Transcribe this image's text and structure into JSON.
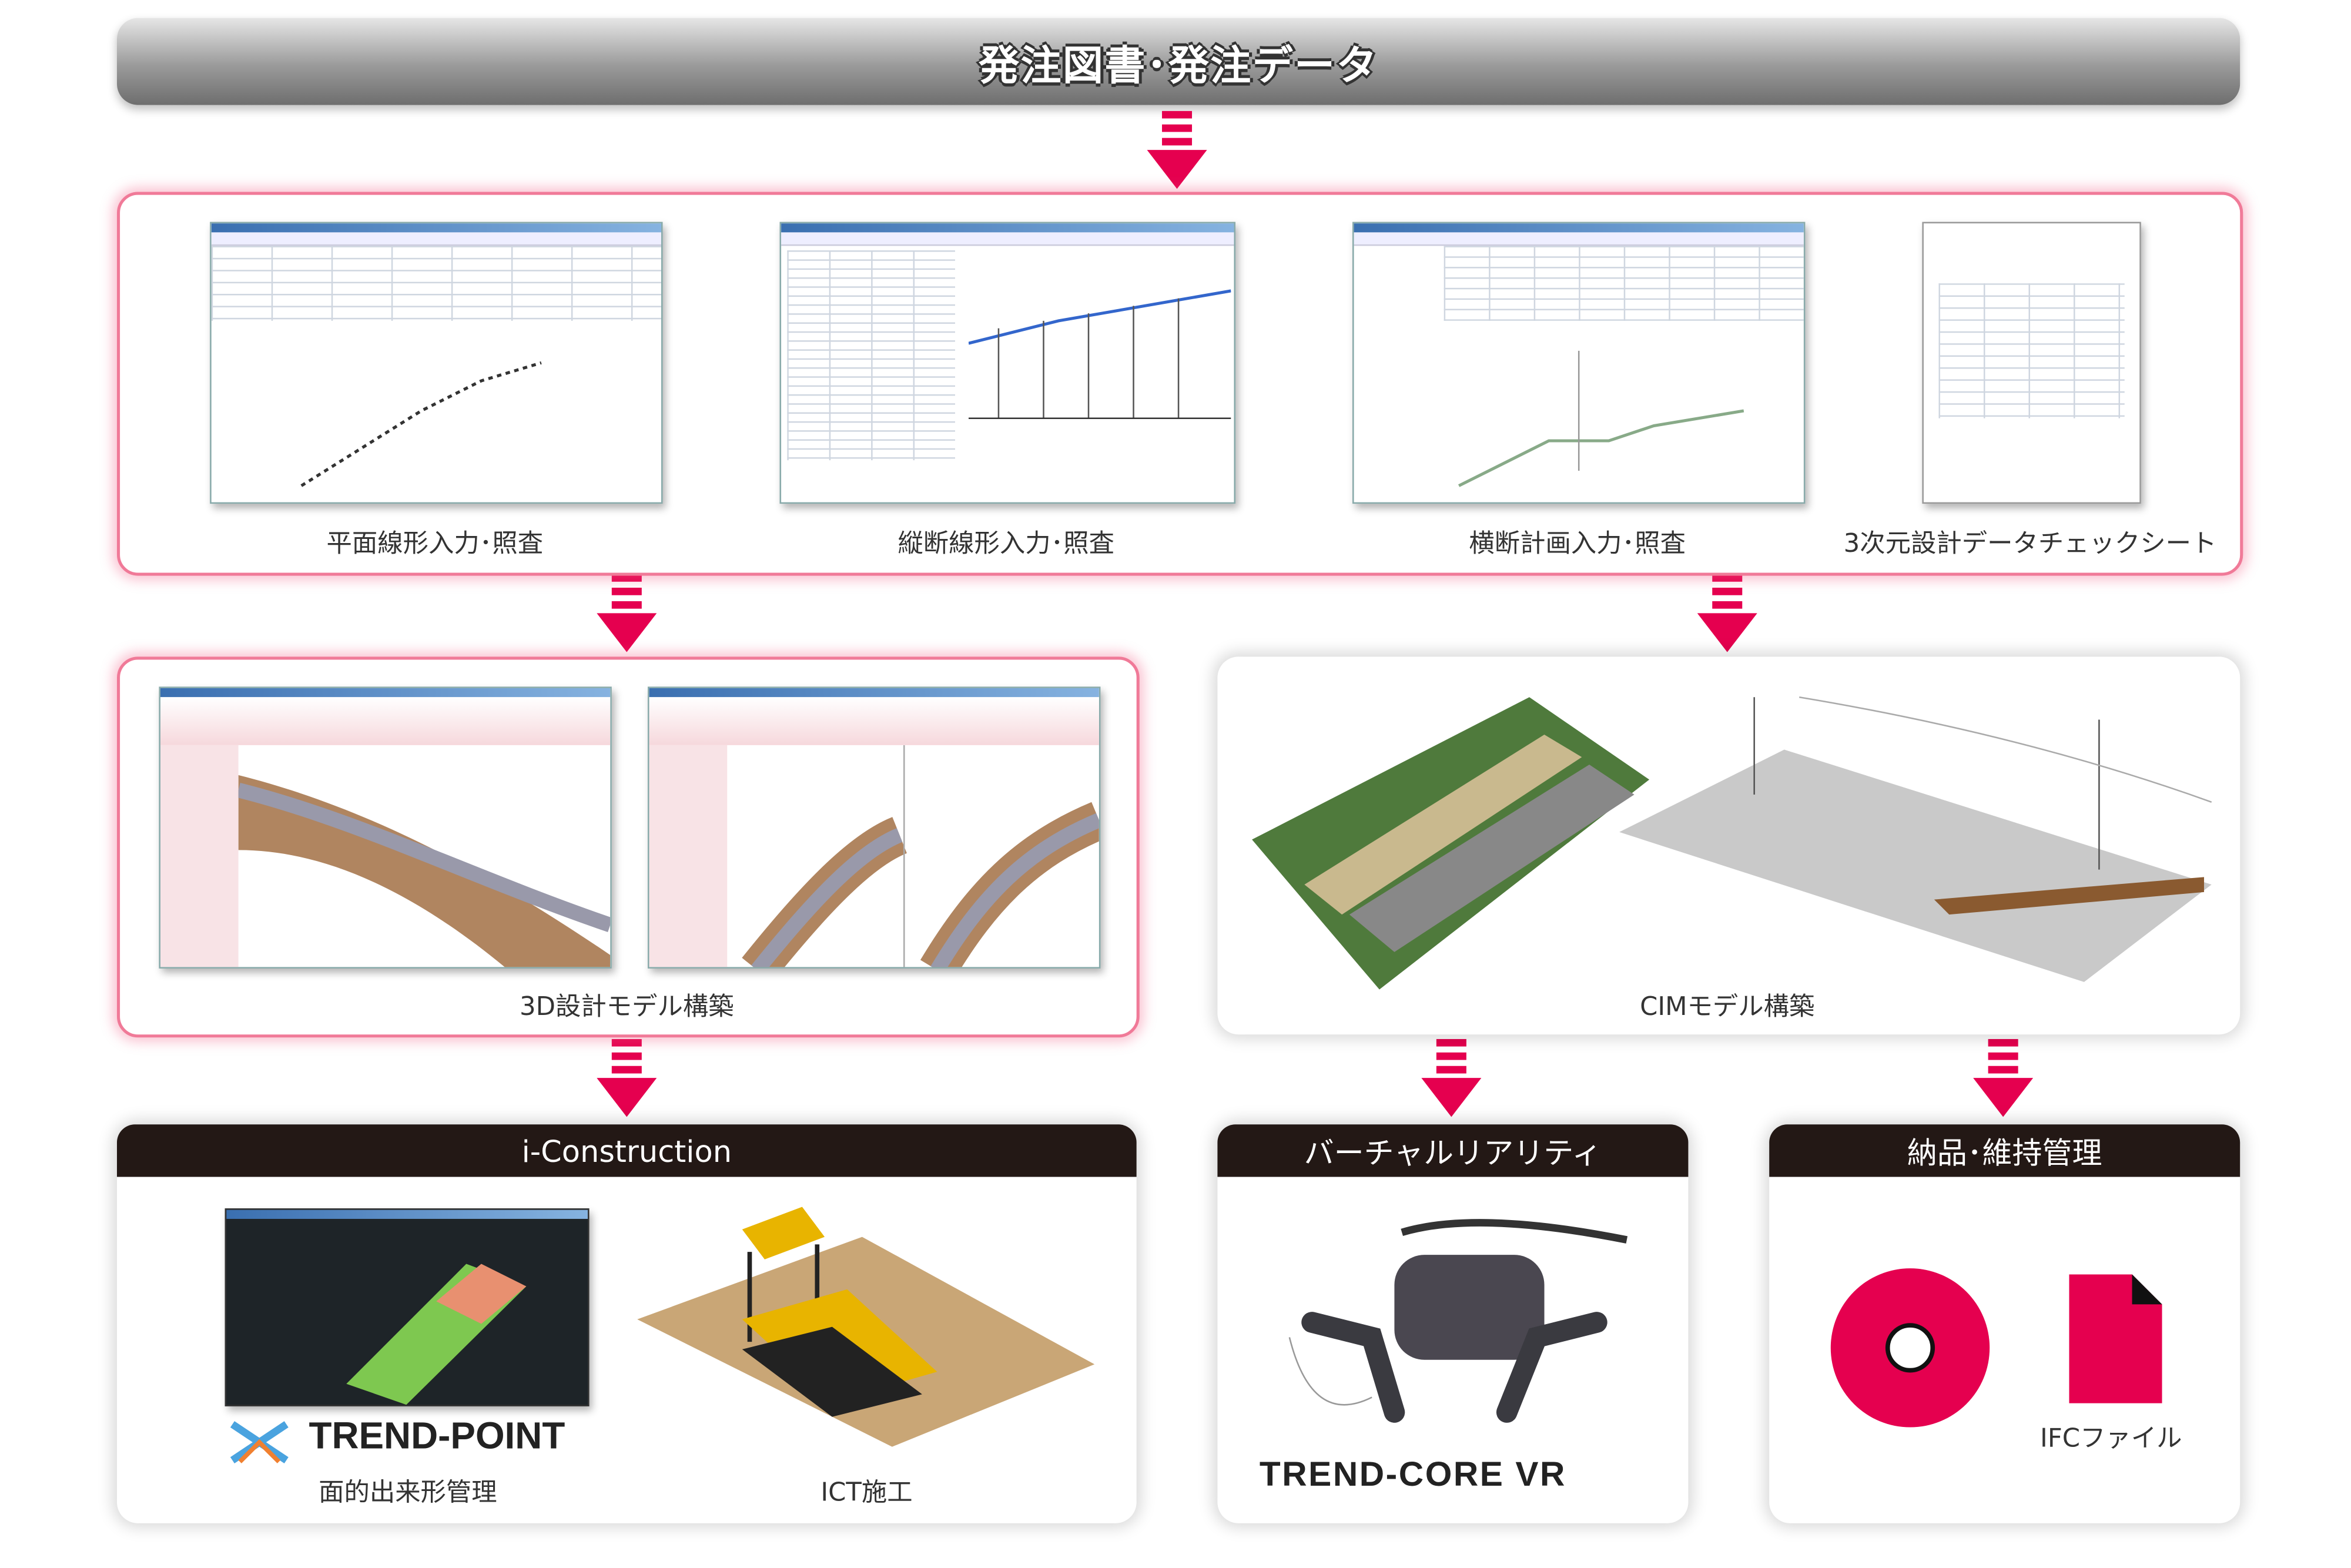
{
  "header": {
    "title": "発注図書･発注データ"
  },
  "design_check": {
    "items": [
      {
        "label": "平面線形入力･照査"
      },
      {
        "label": "縦断線形入力･照査"
      },
      {
        "label": "横断計画入力･照査"
      },
      {
        "label": "3次元設計データチェックシート"
      }
    ]
  },
  "model_3d": {
    "label": "3D設計モデル構築"
  },
  "cim_model": {
    "label": "CIMモデル構築"
  },
  "i_construction": {
    "title": "i-Construction",
    "trend_point": "TREND-POINT",
    "trend_point_caption": "面的出来形管理",
    "ict_caption": "ICT施工"
  },
  "vr": {
    "title": "バーチャルリアリティ",
    "logo": "TREND-CORE VR"
  },
  "delivery": {
    "title": "納品･維持管理",
    "ifc_caption": "IFCファイル"
  },
  "colors": {
    "accent": "#e5004f",
    "dark": "#231815",
    "pink_border": "#f07a98"
  }
}
